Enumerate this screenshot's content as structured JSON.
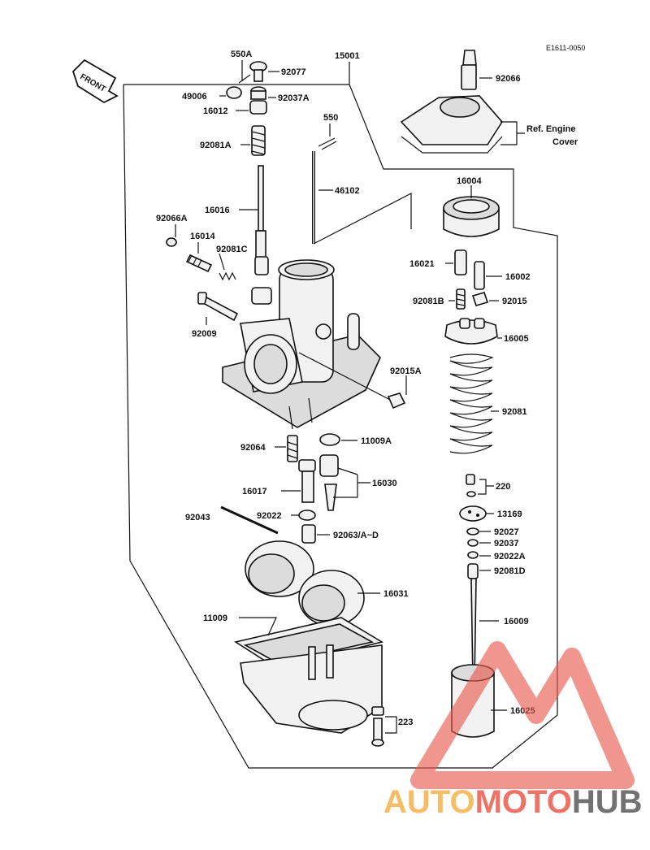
{
  "doc_code": "E1611-0050",
  "front_label": "FRONT",
  "ref_note": [
    "Ref. Engine",
    "Cover"
  ],
  "watermark": {
    "part1": "AUTO",
    "part2": "MOTO",
    "part3": "HUB",
    "color_auto": "#f5b24a",
    "color_moto": "#ea5b4d",
    "color_hub": "#5a5a5a"
  },
  "labels": {
    "p550A": "550A",
    "p92077": "92077",
    "p15001": "15001",
    "p49006": "49006",
    "p92037A": "92037A",
    "p16012": "16012",
    "p550": "550",
    "p92081A": "92081A",
    "p46102": "46102",
    "p16016": "16016",
    "p92066A": "92066A",
    "p16014": "16014",
    "p92081C": "92081C",
    "p92009": "92009",
    "p92015A": "92015A",
    "p92064": "92064",
    "p11009A": "11009A",
    "p16017": "16017",
    "p16030": "16030",
    "p92043": "92043",
    "p92022": "92022",
    "p92063": "92063/A~D",
    "p16031": "16031",
    "p11009": "11009",
    "p223": "223",
    "p92066": "92066",
    "p16004": "16004",
    "p16021": "16021",
    "p16002": "16002",
    "p92081B": "92081B",
    "p92015": "92015",
    "p16005": "16005",
    "p92081": "92081",
    "p220": "220",
    "p13169": "13169",
    "p92027": "92027",
    "p92037": "92037",
    "p92022A": "92022A",
    "p92081D": "92081D",
    "p16009": "16009",
    "p16025": "16025"
  }
}
